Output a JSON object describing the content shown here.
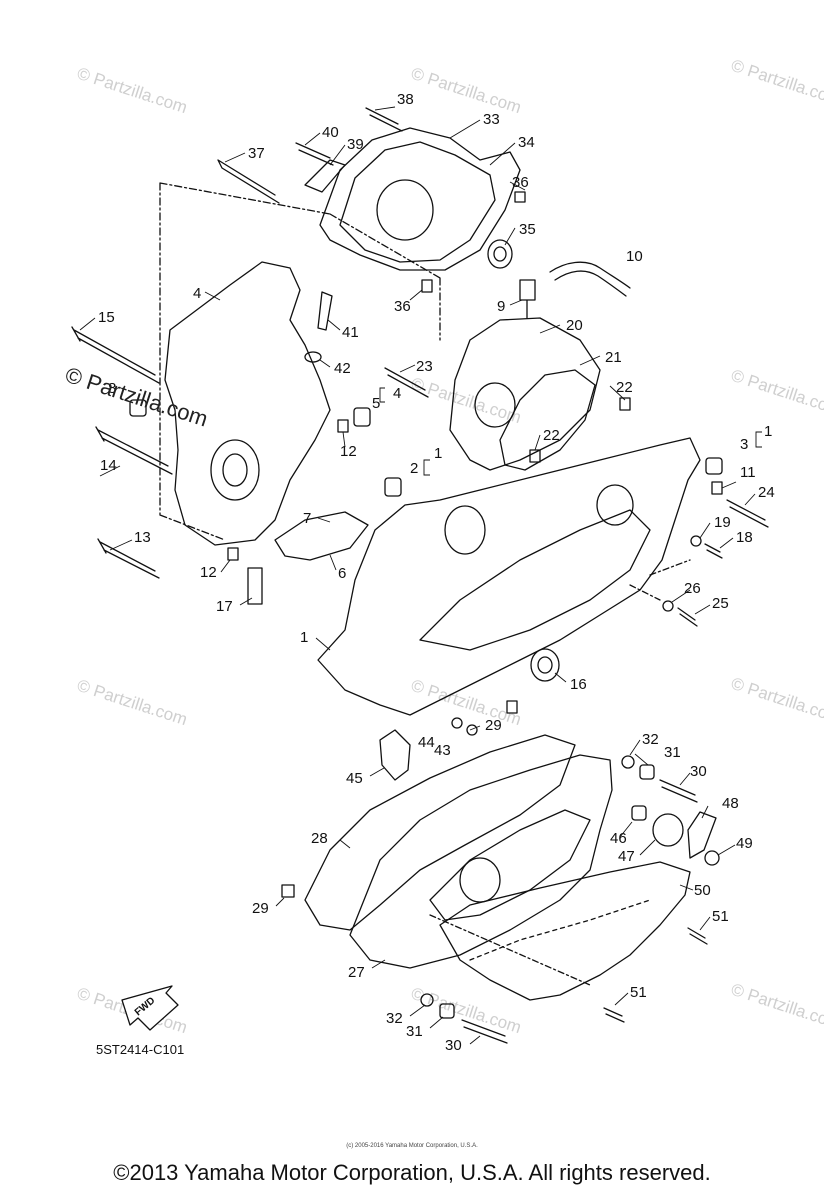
{
  "watermark": {
    "text": "© Partzilla.com",
    "big_text": "© Partzilla.com"
  },
  "fwd_label": "FWD",
  "diagram_code": "5ST2414-C101",
  "copyright": "©2013 Yamaha Motor Corporation, U.S.A. All rights reserved.",
  "small_copyright": "(c) 2005-2016 Yamaha Motor Corporation, U.S.A.",
  "callouts": {
    "c38": "38",
    "c33": "33",
    "c34": "34",
    "c40": "40",
    "c39": "39",
    "c37": "37",
    "c36a": "36",
    "c35": "35",
    "c10": "10",
    "c36b": "36",
    "c4": "4",
    "c9": "9",
    "c41": "41",
    "c20": "20",
    "c15": "15",
    "c42": "42",
    "c21": "21",
    "c23": "23",
    "c8": "8",
    "c5": "5",
    "c4b": "4",
    "c22a": "22",
    "c22b": "22",
    "c12a": "12",
    "c14": "14",
    "c1a": "1",
    "c2": "2",
    "c3": "3",
    "c1b": "1",
    "c11": "11",
    "c24": "24",
    "c7": "7",
    "c19": "19",
    "c18": "18",
    "c13": "13",
    "c12b": "12",
    "c6": "6",
    "c17": "17",
    "c26": "26",
    "c25": "25",
    "c1": "1",
    "c16": "16",
    "c29a": "29",
    "c44": "44",
    "c43": "43",
    "c32a": "32",
    "c31a": "31",
    "c30a": "30",
    "c45": "45",
    "c48": "48",
    "c28": "28",
    "c46": "46",
    "c47": "47",
    "c49": "49",
    "c50": "50",
    "c29b": "29",
    "c51a": "51",
    "c27": "27",
    "c51b": "51",
    "c32b": "32",
    "c31b": "31",
    "c30b": "30"
  }
}
